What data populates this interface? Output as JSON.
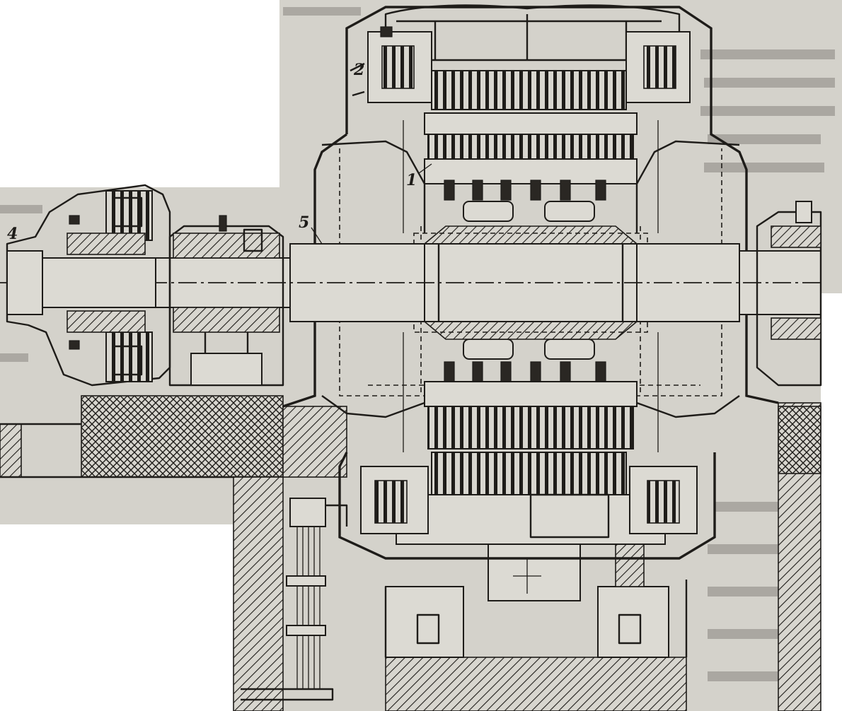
{
  "figure": {
    "callouts": [
      {
        "id": "1",
        "text": "1"
      },
      {
        "id": "2",
        "text": "2"
      },
      {
        "id": "4",
        "text": "4"
      },
      {
        "id": "5",
        "text": "5"
      }
    ]
  }
}
